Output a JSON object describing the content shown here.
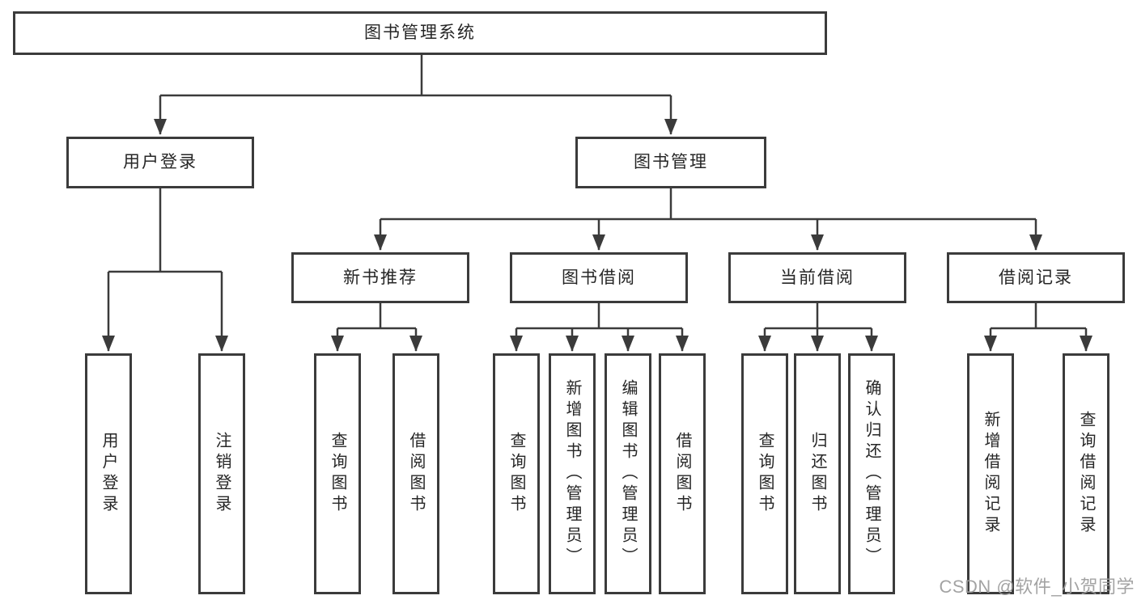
{
  "colors": {
    "line": "#3b3b3b",
    "box_fill": "#ffffff",
    "text": "#262626",
    "watermark": "#9c9c9c"
  },
  "watermark": "CSDN @软件_小贺同学",
  "tree": {
    "label": "图书管理系统",
    "children": [
      {
        "label": "用户登录",
        "children": [
          {
            "label": "用户登录"
          },
          {
            "label": "注销登录"
          }
        ]
      },
      {
        "label": "图书管理",
        "children": [
          {
            "label": "新书推荐",
            "children": [
              {
                "label": "查询图书"
              },
              {
                "label": "借阅图书"
              }
            ]
          },
          {
            "label": "图书借阅",
            "children": [
              {
                "label": "查询图书"
              },
              {
                "label": "新增图书（管理员）"
              },
              {
                "label": "编辑图书（管理员）"
              },
              {
                "label": "借阅图书"
              }
            ]
          },
          {
            "label": "当前借阅",
            "children": [
              {
                "label": "查询图书"
              },
              {
                "label": "归还图书"
              },
              {
                "label": "确认归还（管理员）"
              }
            ]
          },
          {
            "label": "借阅记录",
            "children": [
              {
                "label": "新增借阅记录"
              },
              {
                "label": "查询借阅记录"
              }
            ]
          }
        ]
      }
    ]
  }
}
